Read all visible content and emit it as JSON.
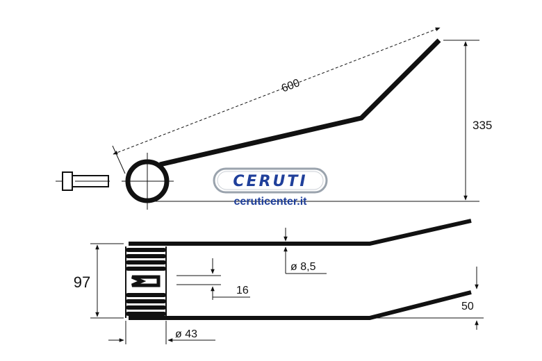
{
  "drawing": {
    "top_view": {
      "length_label": "600",
      "height_label": "335"
    },
    "side_view": {
      "width_label": "97",
      "wire_diameter_label": "ø 8,5",
      "gap_label": "16",
      "tine_offset_label": "50",
      "coil_diameter_label": "ø 43"
    }
  },
  "watermark": {
    "logo_text": "CERUTI",
    "website": "ceruticenter.it",
    "colors": {
      "logo_blue": "#1f3f9a",
      "logo_border": "#9aa3ad",
      "site_blue": "#1f3f9a"
    }
  }
}
